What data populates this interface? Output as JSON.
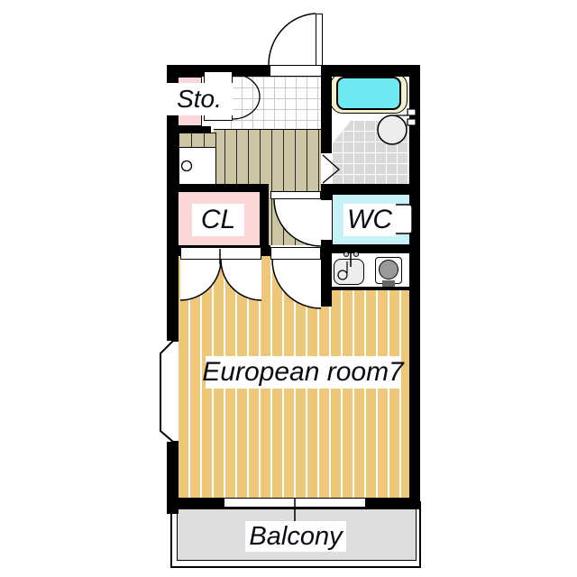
{
  "floorplan": {
    "labels": {
      "storage": "Sto.",
      "closet": "CL",
      "toilet": "WC",
      "main_room": "European room7",
      "balcony": "Balcony"
    },
    "colors": {
      "wall": "#000000",
      "storage_pink": "#fbd7da",
      "closet_pink": "#fbd7da",
      "toilet_cyan": "#c7f2f8",
      "bathtub_cyan": "#6fe9f2",
      "tub_surround_cream": "#f6f1cd",
      "room_floor_tan": "#eec878",
      "hall_wood": "#ccc5a4",
      "balcony_gray": "#dedede",
      "bath_floor_gray": "#d9d9d9"
    }
  }
}
